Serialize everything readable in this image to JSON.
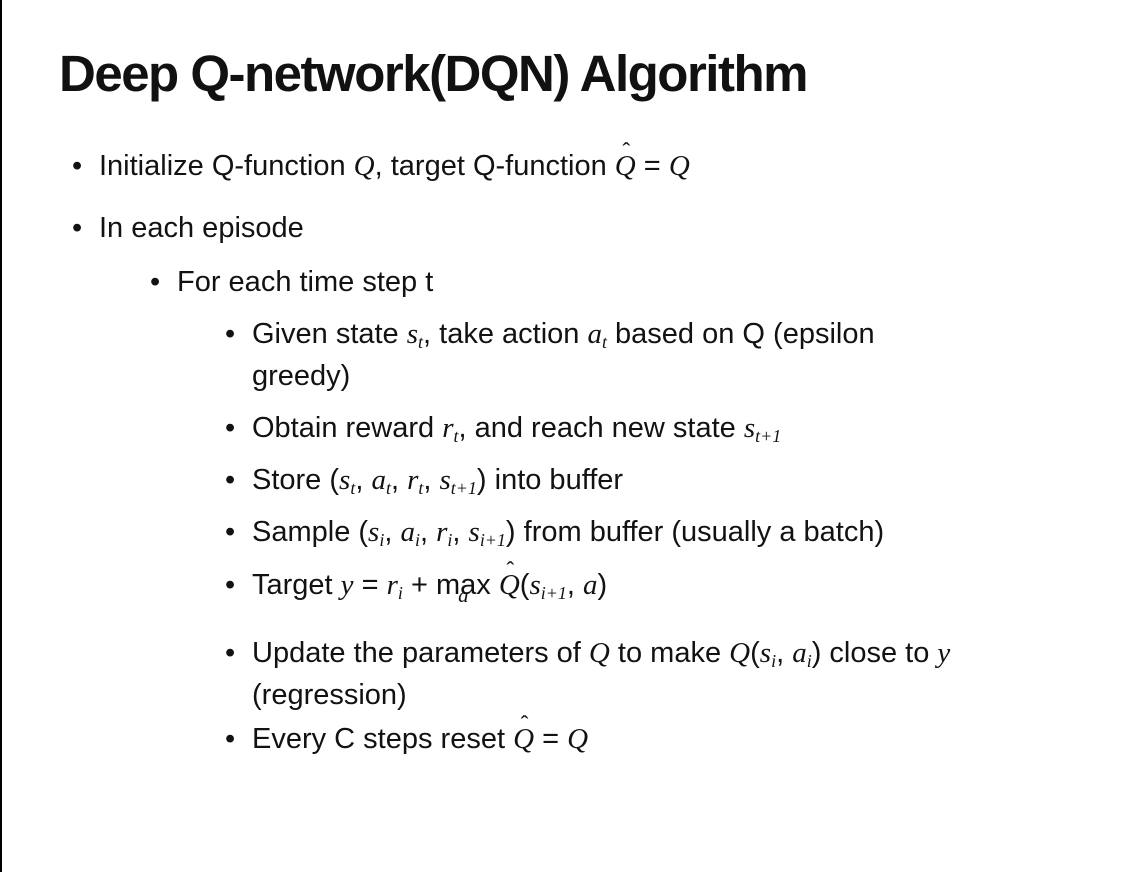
{
  "slide": {
    "title": "Deep Q-network(DQN) Algorithm",
    "bullet_char": "•",
    "colors": {
      "text": "#121212",
      "background": "#ffffff",
      "edge_line": "#000000"
    }
  },
  "bullets": [
    {
      "level": 1,
      "runs": [
        {
          "t": "Initialize Q-function "
        },
        {
          "t": "Q",
          "s": "v"
        },
        {
          "t": ", target Q-function "
        },
        {
          "t": "Q",
          "s": "hat",
          "mark": "ˆ"
        },
        {
          "t": " = "
        },
        {
          "t": "Q",
          "s": "v"
        }
      ]
    },
    {
      "level": 1,
      "runs": [
        {
          "t": "In each episode"
        }
      ]
    },
    {
      "level": 2,
      "runs": [
        {
          "t": "For each time step t"
        }
      ]
    },
    {
      "level": 3,
      "runs": [
        {
          "t": "Given state "
        },
        {
          "t": "s",
          "s": "v"
        },
        {
          "t": "t",
          "s": "sub"
        },
        {
          "t": ", take action "
        },
        {
          "t": "a",
          "s": "v"
        },
        {
          "t": "t",
          "s": "sub"
        },
        {
          "t": " based on Q (epsilon greedy)"
        }
      ]
    },
    {
      "level": 3,
      "runs": [
        {
          "t": "Obtain reward "
        },
        {
          "t": "r",
          "s": "v"
        },
        {
          "t": "t",
          "s": "sub"
        },
        {
          "t": ", and reach new state "
        },
        {
          "t": "s",
          "s": "v"
        },
        {
          "t": "t+1",
          "s": "sub"
        }
      ]
    },
    {
      "level": 3,
      "runs": [
        {
          "t": "Store ("
        },
        {
          "t": "s",
          "s": "v"
        },
        {
          "t": "t",
          "s": "sub"
        },
        {
          "t": ", "
        },
        {
          "t": "a",
          "s": "v"
        },
        {
          "t": "t",
          "s": "sub"
        },
        {
          "t": ", "
        },
        {
          "t": "r",
          "s": "v"
        },
        {
          "t": "t",
          "s": "sub"
        },
        {
          "t": ", "
        },
        {
          "t": "s",
          "s": "v"
        },
        {
          "t": "t+1",
          "s": "sub"
        },
        {
          "t": ") into buffer"
        }
      ]
    },
    {
      "level": 3,
      "runs": [
        {
          "t": "Sample ("
        },
        {
          "t": "s",
          "s": "v"
        },
        {
          "t": "i",
          "s": "sub"
        },
        {
          "t": ", "
        },
        {
          "t": "a",
          "s": "v"
        },
        {
          "t": "i",
          "s": "sub"
        },
        {
          "t": ", "
        },
        {
          "t": "r",
          "s": "v"
        },
        {
          "t": "i",
          "s": "sub"
        },
        {
          "t": ", "
        },
        {
          "t": "s",
          "s": "v"
        },
        {
          "t": "i+1",
          "s": "sub"
        },
        {
          "t": ") from buffer (usually a batch)"
        }
      ]
    },
    {
      "level": 3,
      "runs": [
        {
          "t": "Target "
        },
        {
          "t": "y",
          "s": "v"
        },
        {
          "t": " = "
        },
        {
          "t": "r",
          "s": "v"
        },
        {
          "t": "i",
          "s": "sub"
        },
        {
          "t": " + "
        },
        {
          "t": "max",
          "s": "stack",
          "under": "a"
        },
        {
          "t": " "
        },
        {
          "t": "Q",
          "s": "hat",
          "mark": "ˆ"
        },
        {
          "t": "("
        },
        {
          "t": "s",
          "s": "v"
        },
        {
          "t": "i+1",
          "s": "sub"
        },
        {
          "t": ", "
        },
        {
          "t": "a",
          "s": "v"
        },
        {
          "t": ")"
        }
      ]
    },
    {
      "level": 3,
      "runs": [
        {
          "t": "Update the parameters of "
        },
        {
          "t": "Q",
          "s": "v"
        },
        {
          "t": " to make "
        },
        {
          "t": "Q",
          "s": "v"
        },
        {
          "t": "("
        },
        {
          "t": "s",
          "s": "v"
        },
        {
          "t": "i",
          "s": "sub"
        },
        {
          "t": ", "
        },
        {
          "t": "a",
          "s": "v"
        },
        {
          "t": "i",
          "s": "sub"
        },
        {
          "t": ") close to "
        },
        {
          "t": "y",
          "s": "v"
        },
        {
          "t": " (regression)"
        }
      ]
    },
    {
      "level": 3,
      "runs": [
        {
          "t": "Every C steps reset "
        },
        {
          "t": "Q",
          "s": "hat",
          "mark": "ˆ"
        },
        {
          "t": " = "
        },
        {
          "t": "Q",
          "s": "v"
        }
      ]
    }
  ]
}
